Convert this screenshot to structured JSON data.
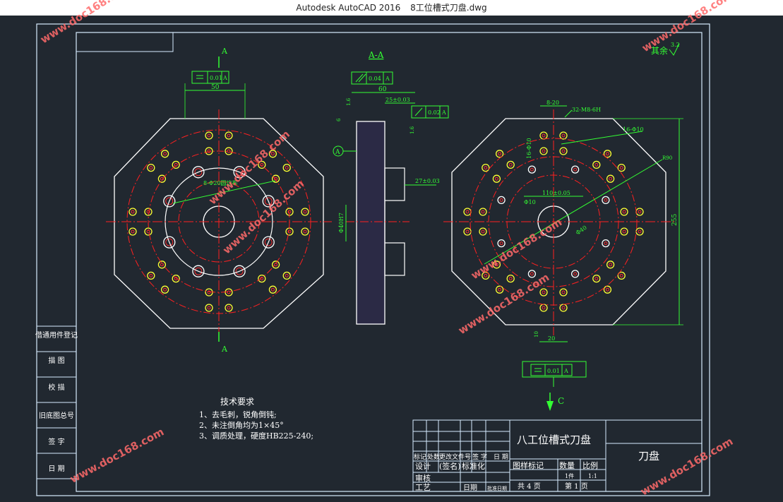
{
  "window": {
    "app": "Autodesk AutoCAD 2016",
    "file": "8工位槽式刀盘.dwg"
  },
  "watermarks": [
    "www.doc168.com",
    "www.doc168.com",
    "www.doc168.com",
    "www.doc168.com",
    "www.doc168.com",
    "www.doc168.com",
    "www.doc168.com",
    "www.doc168.com"
  ],
  "drawing": {
    "section_label": "A-A",
    "cut_marker": "A",
    "view_marker": "C",
    "roughness_note": "其余",
    "roughness_value": "3.2",
    "side_block_labels": [
      "借通用件登记",
      "描 图",
      "校 描",
      "旧底图总号",
      "签 字",
      "日 期"
    ],
    "dimensions": {
      "front_top_width": "50",
      "front_tol": "0.01",
      "front_pcd": "8-Φ20圆均布",
      "section_flat": "0.04",
      "section_w60": "60",
      "section_w25": "25±0.03",
      "section_w27": "27±0.03",
      "section_perp": "0.02",
      "section_dia": "Φ40H7",
      "section_small_a": "1.6",
      "section_small_b": "6",
      "section_small_c": "1.6",
      "right_top_820": "8-20",
      "right_screw": "32-M8-6H",
      "right_holes": "16-Φ10",
      "right_holes_b": "16-Φ10",
      "right_center": "110±0.05",
      "right_d10": "Φ10",
      "right_d40": "Φ40",
      "right_r90": "R90",
      "right_h255": "255",
      "right_bottom": "20",
      "right_bottom_small": "10",
      "right_tol": "0.01"
    },
    "tech_requirements": {
      "title": "技术要求",
      "items": [
        "1、去毛刺，锐角倒钝;",
        "2、未注倒角均为1×45°",
        "3、调质处理，硬度HB225-240;"
      ]
    },
    "title_block": {
      "part_title": "八工位槽式刀盘",
      "part_name": "刀盘",
      "row_headers": [
        "标记",
        "处数",
        "更改文件号",
        "签 字",
        "日 期"
      ],
      "row_roles": [
        "设计",
        "(签名)",
        "标准化"
      ],
      "review": "审核",
      "process": "工艺",
      "date_label": "日期",
      "approve_date": "批准日期",
      "stage_label": "图样标记",
      "weight_label": "数量",
      "scale_label": "比例",
      "quantity": "1件",
      "scale": "1:1",
      "total_sheets": "共 4 页",
      "sheet_no": "第 1 页"
    }
  },
  "colors": {
    "background": "#212830",
    "frame": "#d8ecff",
    "outline": "#ffffff",
    "dimension": "#33ff33",
    "center": "#ff2020",
    "hole_rim": "#ffff33",
    "watermark": "#ff6a6a"
  }
}
